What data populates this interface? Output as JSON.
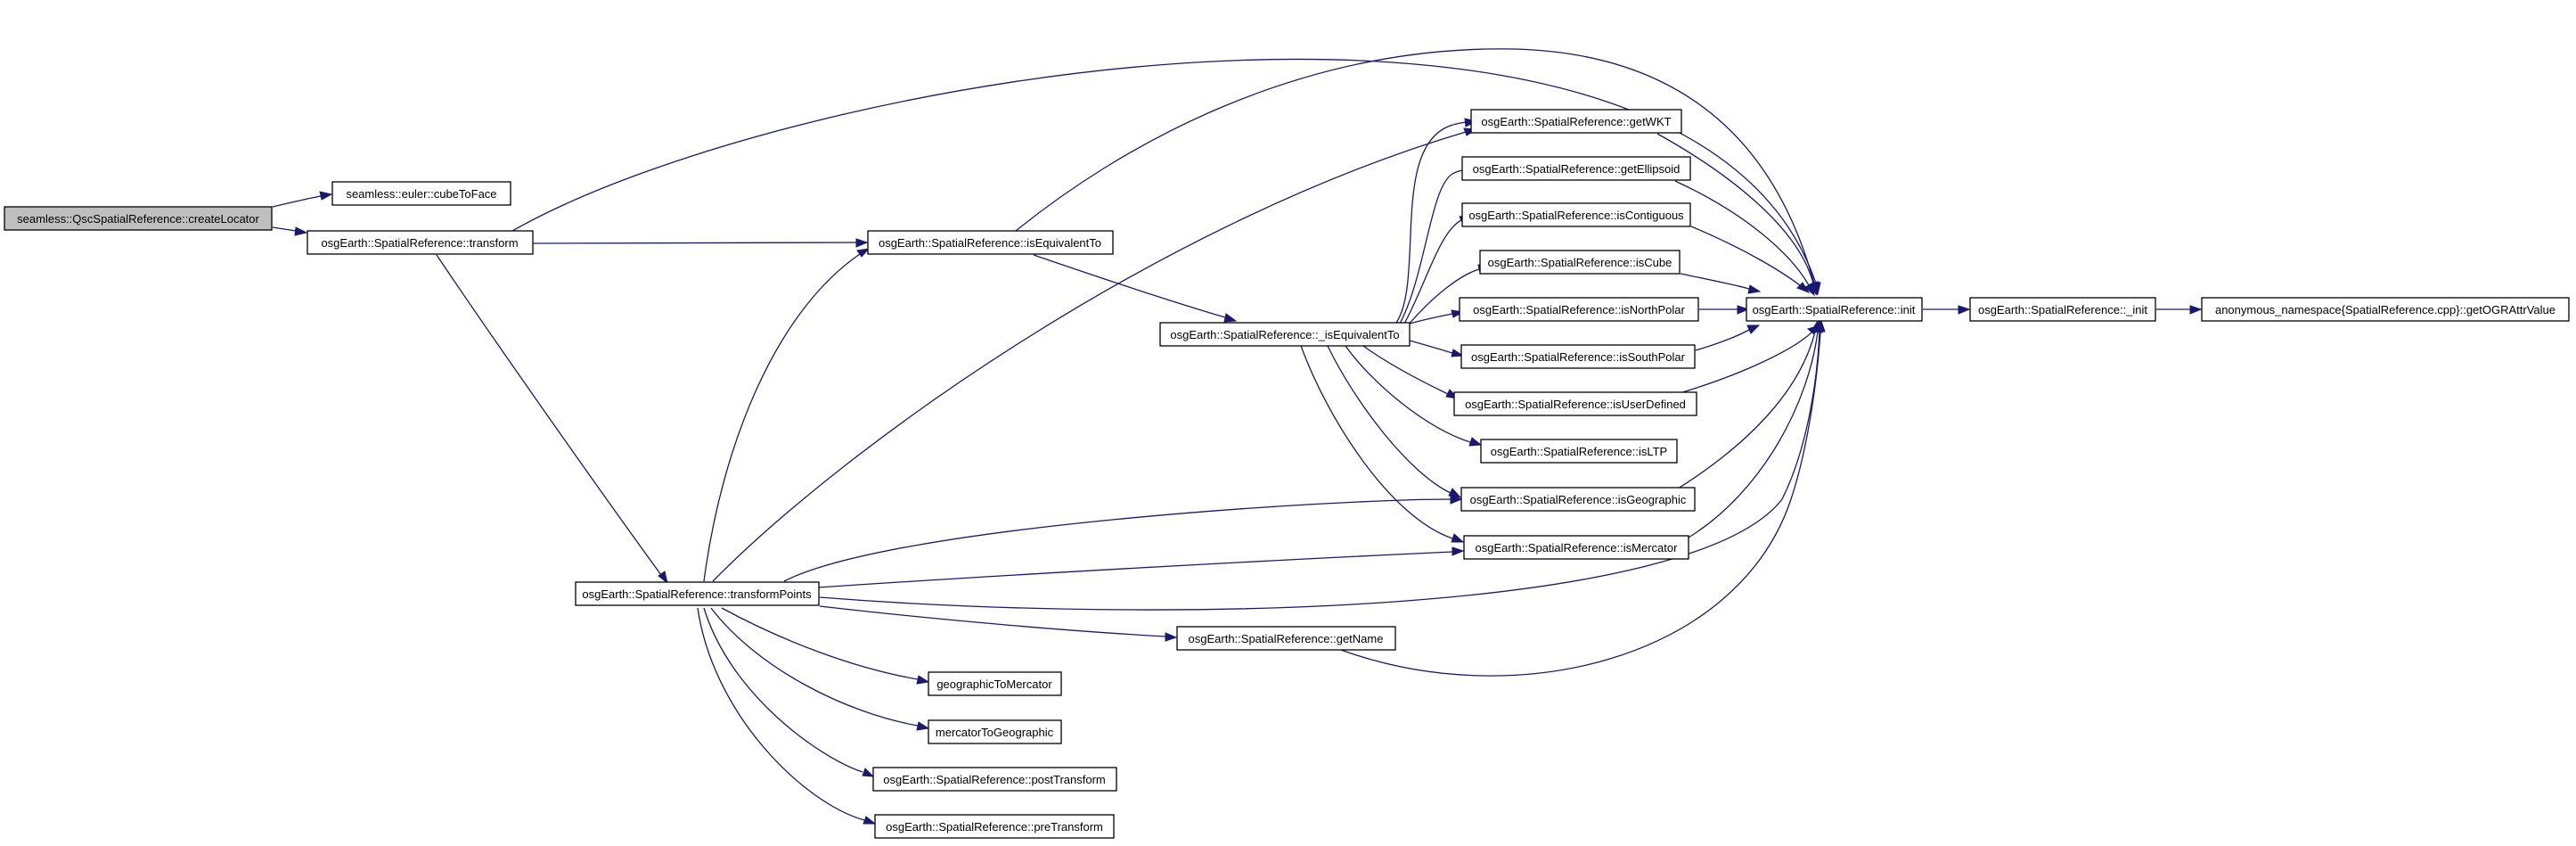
{
  "graph": {
    "nodes": [
      {
        "id": "n0",
        "label": "seamless::QscSpatialReference::createLocator",
        "highlight": true
      },
      {
        "id": "n1",
        "label": "seamless::euler::cubeToFace"
      },
      {
        "id": "n2",
        "label": "osgEarth::SpatialReference::transform"
      },
      {
        "id": "n3",
        "label": "osgEarth::SpatialReference::isEquivalentTo"
      },
      {
        "id": "n4",
        "label": "osgEarth::SpatialReference::transformPoints"
      },
      {
        "id": "n5",
        "label": "osgEarth::SpatialReference::_isEquivalentTo"
      },
      {
        "id": "n6",
        "label": "osgEarth::SpatialReference::getWKT"
      },
      {
        "id": "n7",
        "label": "osgEarth::SpatialReference::getEllipsoid"
      },
      {
        "id": "n8",
        "label": "osgEarth::SpatialReference::isContiguous"
      },
      {
        "id": "n9",
        "label": "osgEarth::SpatialReference::isCube"
      },
      {
        "id": "n10",
        "label": "osgEarth::SpatialReference::isNorthPolar"
      },
      {
        "id": "n11",
        "label": "osgEarth::SpatialReference::isSouthPolar"
      },
      {
        "id": "n12",
        "label": "osgEarth::SpatialReference::isUserDefined"
      },
      {
        "id": "n13",
        "label": "osgEarth::SpatialReference::isLTP"
      },
      {
        "id": "n14",
        "label": "osgEarth::SpatialReference::isGeographic"
      },
      {
        "id": "n15",
        "label": "osgEarth::SpatialReference::isMercator"
      },
      {
        "id": "n16",
        "label": "osgEarth::SpatialReference::init"
      },
      {
        "id": "n17",
        "label": "osgEarth::SpatialReference::_init"
      },
      {
        "id": "n18",
        "label": "anonymous_namespace{SpatialReference.cpp}::getOGRAttrValue"
      },
      {
        "id": "n19",
        "label": "osgEarth::SpatialReference::getName"
      },
      {
        "id": "n20",
        "label": "geographicToMercator"
      },
      {
        "id": "n21",
        "label": "mercatorToGeographic"
      },
      {
        "id": "n22",
        "label": "osgEarth::SpatialReference::postTransform"
      },
      {
        "id": "n23",
        "label": "osgEarth::SpatialReference::preTransform"
      }
    ],
    "colors": {
      "node_fill": "#ffffff",
      "highlight_fill": "#bfbfbf",
      "node_border": "#000000",
      "edge": "#191970"
    }
  }
}
